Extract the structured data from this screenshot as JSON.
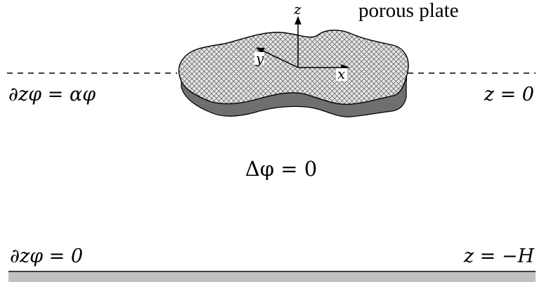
{
  "plate": {
    "label": "porous plate",
    "fill_color": "#e6e6e6",
    "hatch_color": "#555555",
    "edge_color": "#6f6f6f"
  },
  "axes": {
    "x": "x",
    "y": "y",
    "z": "z"
  },
  "surface": {
    "left_condition": "∂zφ = αφ",
    "right_condition": "z = 0"
  },
  "domain_equation": "Δφ = 0",
  "bottom": {
    "left_condition": "∂zφ = 0",
    "right_condition": "z = −H",
    "wall_color": "#c0c0c0"
  }
}
